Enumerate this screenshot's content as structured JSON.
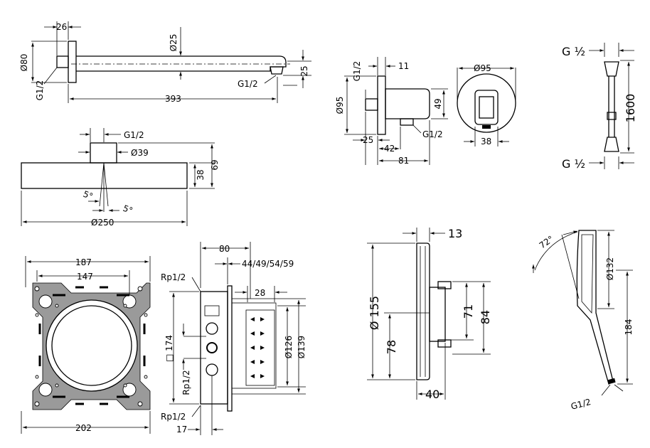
{
  "arm": {
    "d26": "26",
    "d25": "Ø25",
    "d80": "Ø80",
    "g_left": "G1/2",
    "d393": "393",
    "d25b": "25",
    "g_right": "G1/2"
  },
  "head": {
    "g": "G1/2",
    "d39": "Ø39",
    "d38": "38",
    "d69": "69",
    "deg1": "5°",
    "deg2": "5°",
    "d250": "Ø250"
  },
  "elbow": {
    "g_top": "G1/2",
    "d11": "11",
    "d95": "Ø95",
    "d49": "49",
    "d25": "25",
    "d42": "42",
    "d81": "81",
    "g_bottom": "G1/2",
    "front_d95": "Ø95",
    "d38": "38"
  },
  "hose": {
    "g_top": "G ½",
    "len": "1600",
    "g_bottom": "G ½"
  },
  "flange": {
    "d187": "187",
    "d147": "147",
    "d202": "202"
  },
  "box": {
    "d80": "80",
    "d44": "44/49/54/59",
    "d28": "28",
    "rp_top": "Rp1/2",
    "d174": "□ 174",
    "rp_mid": "Rp1/2",
    "rp_bottom": "Rp1/2",
    "d17": "17",
    "d126": "Ø126",
    "d139": "Ø139"
  },
  "module": {
    "d13": "13",
    "d155": "Ø 155",
    "d78": "78",
    "d71": "71",
    "d84": "84",
    "d40": "40"
  },
  "handshower": {
    "deg": "72°",
    "d132": "Ø132",
    "d184": "184",
    "g": "G1/2"
  }
}
